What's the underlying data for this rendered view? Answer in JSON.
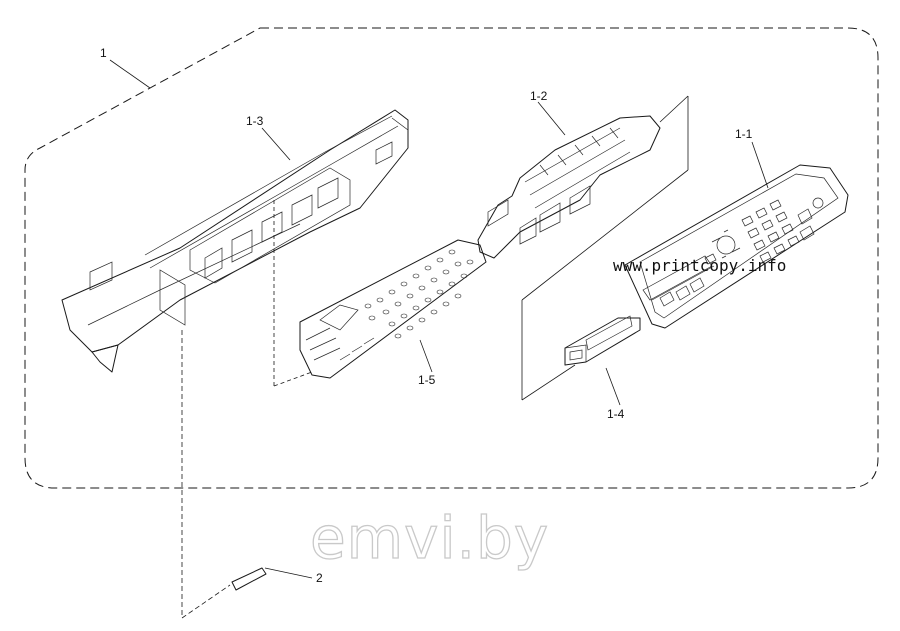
{
  "diagram": {
    "callouts": {
      "assembly": "1",
      "part_1_1": "1-1",
      "part_1_2": "1-2",
      "part_1_3": "1-3",
      "part_1_4": "1-4",
      "part_1_5": "1-5",
      "part_2": "2"
    },
    "watermarks": {
      "site": "www.printcopy.info",
      "brand": "emvi.by"
    }
  },
  "colors": {
    "line": "#1a1a1a",
    "watermark_outline": "#c9c9c9",
    "background": "#ffffff"
  }
}
